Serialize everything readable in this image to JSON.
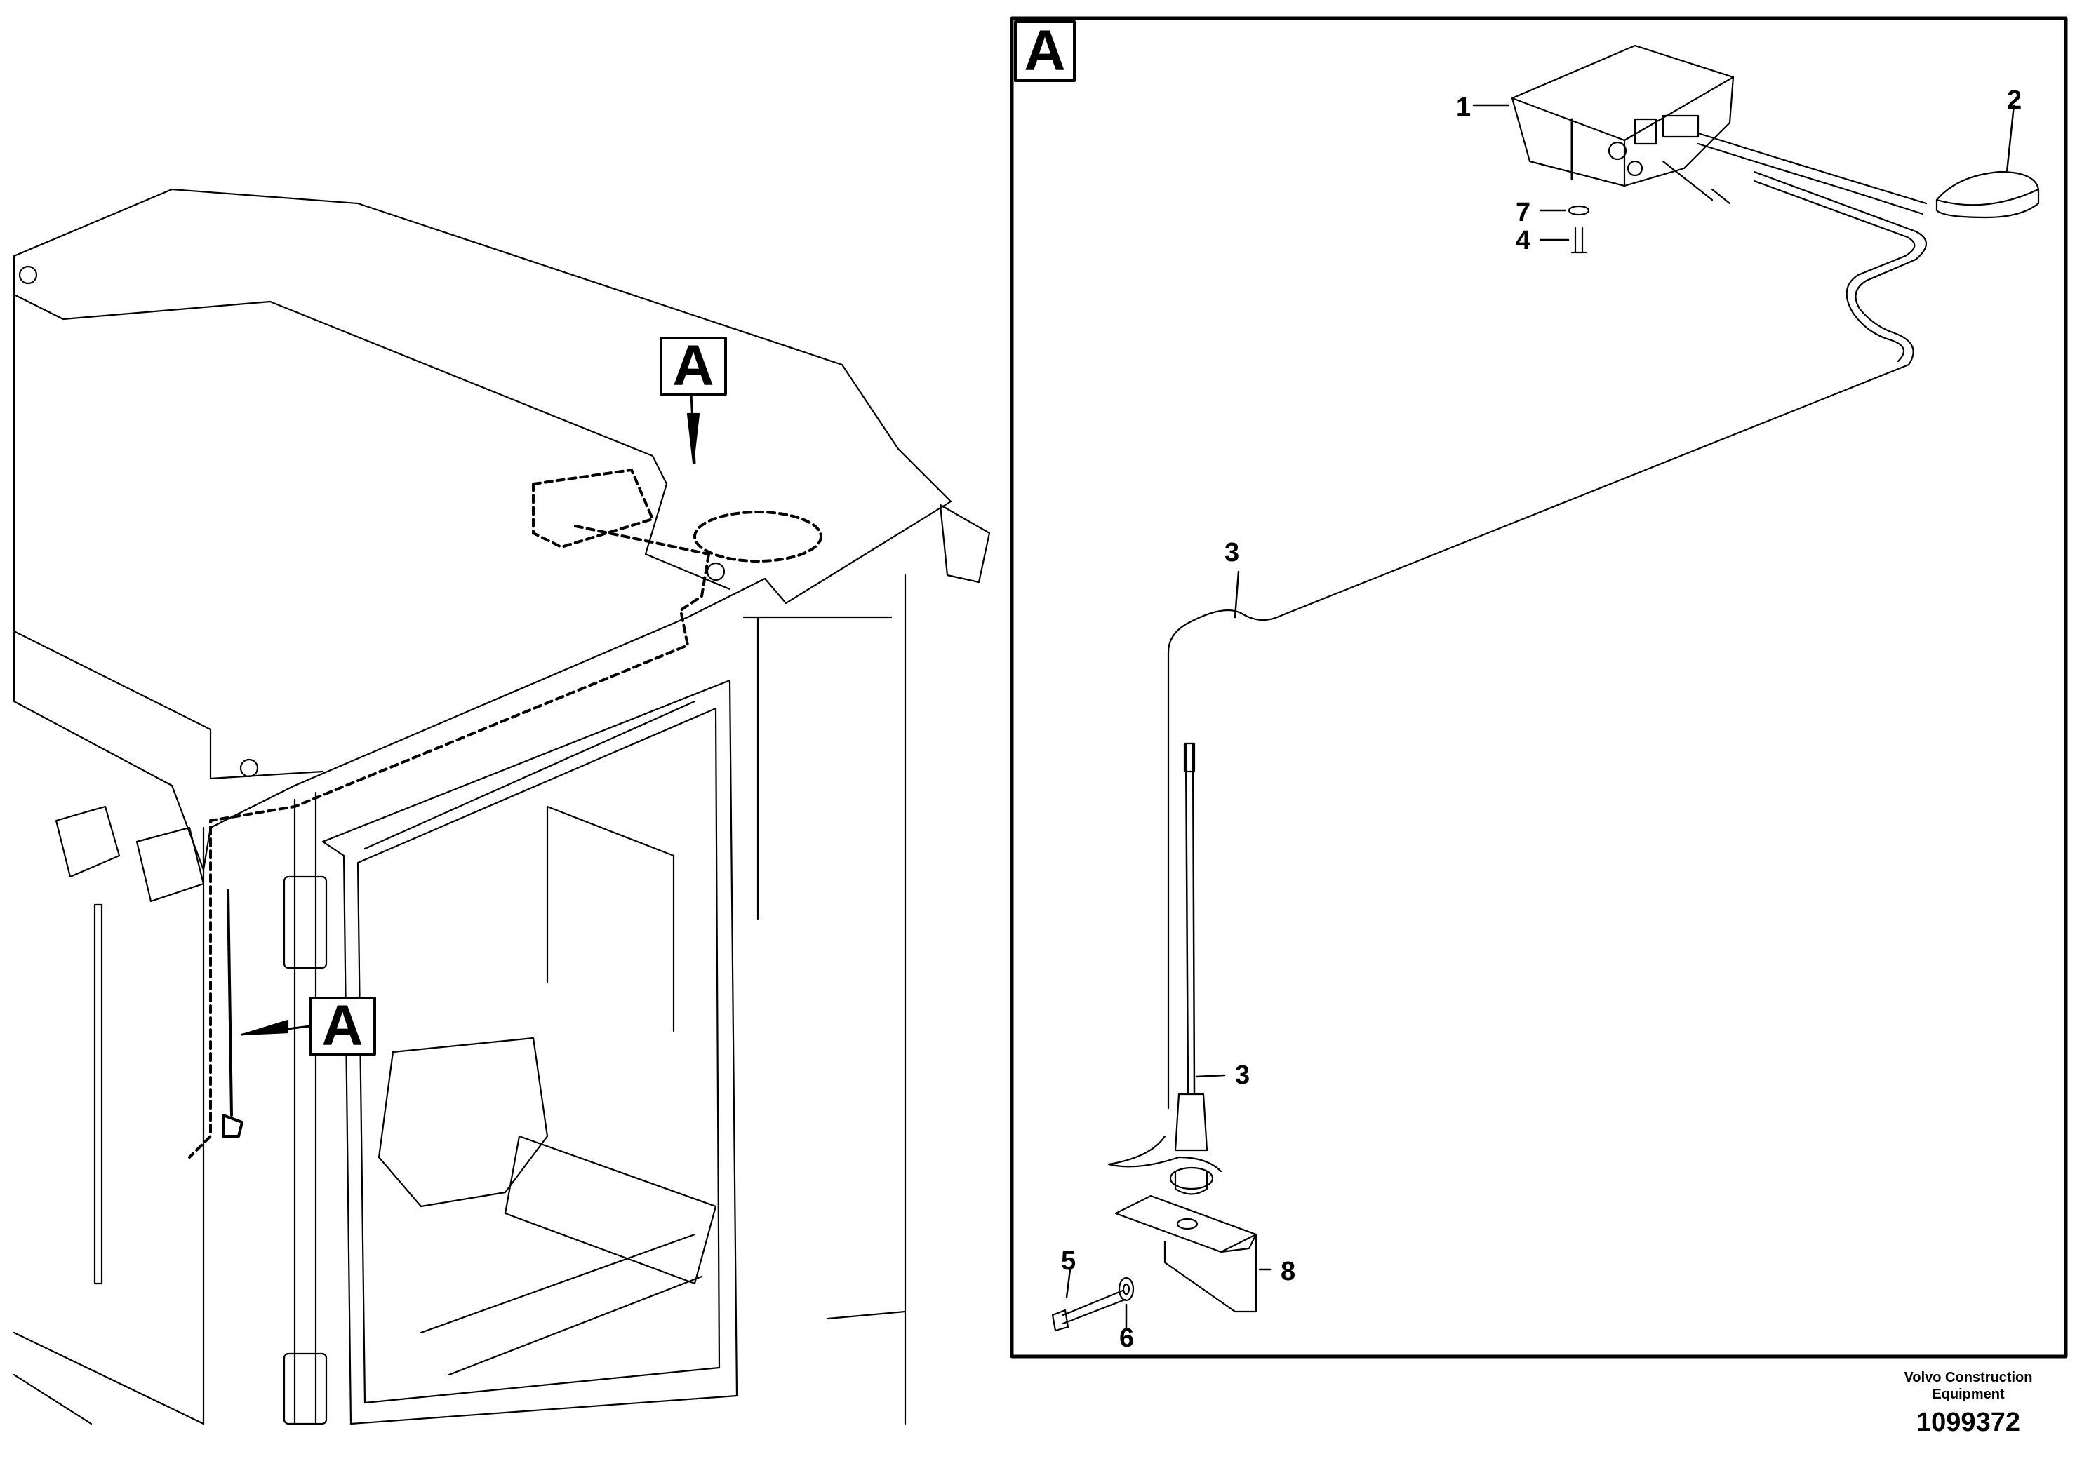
{
  "view_markers": [
    "A",
    "A",
    "A"
  ],
  "callouts": [
    "1",
    "2",
    "3",
    "3",
    "4",
    "5",
    "6",
    "7",
    "8"
  ],
  "footer": {
    "company_line1": "Volvo Construction",
    "company_line2": "Equipment",
    "drawing_number": "1099372"
  },
  "colors": {
    "ink": "#000000",
    "paper": "#ffffff"
  }
}
